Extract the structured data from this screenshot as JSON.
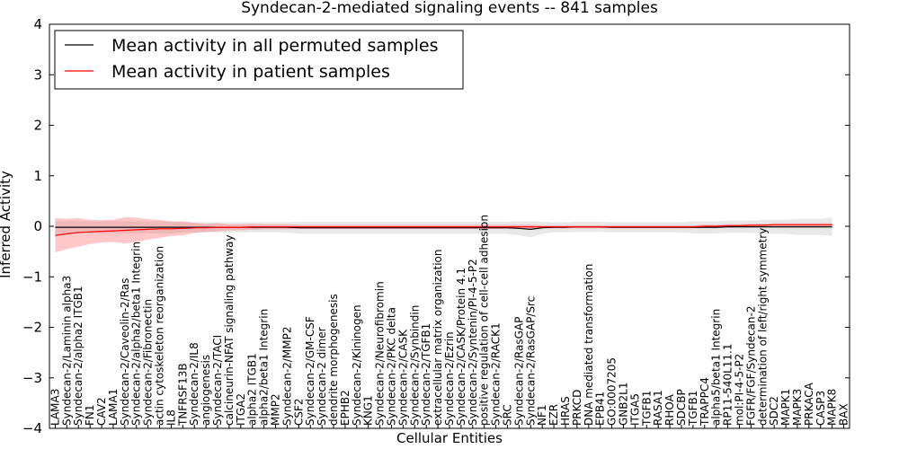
{
  "chart_data": {
    "type": "line",
    "title": "Syndecan-2-mediated signaling events -- 841 samples",
    "xlabel": "Cellular Entities",
    "ylabel": "Inferred Activity",
    "ylim": [
      -4,
      4
    ],
    "yticks": [
      "4",
      "3",
      "2",
      "1",
      "0",
      "−1",
      "−2",
      "−3",
      "−4"
    ],
    "grid": false,
    "legend_position": "top-left",
    "categories": [
      "LAMA3",
      "Syndecan-2/Laminin alpha3",
      "Syndecan-2/alpha2 ITGB1",
      "FN1",
      "CAV2",
      "LAMA1",
      "Syndecan-2/Caveolin-2/Ras",
      "Syndecan-2/alpha2/beta1 Integrin",
      "Syndecan-2/Fibronectin",
      "actin cytoskeleton reorganization",
      "IL8",
      "TNFRSF13B",
      "Syndecan-2/IL8",
      "angiogenesis",
      "Syndecan-2/TACI",
      "calcineurin-NFAT signaling pathway",
      "ITGA2",
      "alpha2 ITGB1",
      "alpha2/beta1 Integrin",
      "MMP2",
      "Syndecan-2/MMP2",
      "CSF2",
      "Syndecan-2/GM-CSF",
      "Syndecan-2 dimer",
      "dendrite morphogenesis",
      "EPHB2",
      "Syndecan-2/Kininogen",
      "KNG1",
      "Syndecan-2/Neurofibromin",
      "Syndecan-2/PKC delta",
      "Syndecan-2/CASK",
      "Syndecan-2/Synbindin",
      "Syndecan-2/TGFB1",
      "extracellular matrix organization",
      "Syndecan-2/Ezrin",
      "Syndecan-2/CASK/Protein 4.1",
      "Syndecan-2/Syntenin/PI-4-5-P2",
      "positive regulation of cell-cell adhesion",
      "Syndecan-2/RACK1",
      "SRC",
      "Syndecan-2/RasGAP",
      "Syndecan-2/RasGAP/Src",
      "NF1",
      "EZR",
      "HRAS",
      "PRKCD",
      "DNA mediated transformation",
      "EPB41",
      "GO:0007205",
      "GNB2L1",
      "ITGA5",
      "TGFB1",
      "RASA1",
      "RHOA",
      "SDCBP",
      "TGFB1",
      "TRAPPC4",
      "alpha5/beta1 Integrin",
      "RP11-540L11.1",
      "mol:PI-4-5-P2",
      "FGFR/FGF/Syndecan-2",
      "determination of left/right symmetry",
      "SDC2",
      "MAPK1",
      "MAPK3",
      "PRKACA",
      "CASP3",
      "MAPK8",
      "BAX"
    ],
    "series": [
      {
        "name": "Mean activity in all permuted samples",
        "color": "#000000",
        "values": [
          -0.02,
          -0.02,
          -0.02,
          -0.02,
          -0.02,
          -0.02,
          -0.02,
          -0.02,
          -0.02,
          -0.02,
          -0.02,
          -0.02,
          -0.02,
          -0.02,
          -0.02,
          -0.02,
          -0.02,
          -0.02,
          -0.02,
          -0.02,
          -0.02,
          -0.03,
          -0.03,
          -0.03,
          -0.03,
          -0.03,
          -0.03,
          -0.03,
          -0.03,
          -0.03,
          -0.03,
          -0.03,
          -0.03,
          -0.03,
          -0.03,
          -0.03,
          -0.03,
          -0.03,
          -0.03,
          -0.03,
          -0.04,
          -0.06,
          -0.03,
          -0.02,
          -0.02,
          -0.01,
          -0.01,
          -0.01,
          -0.02,
          -0.02,
          -0.02,
          -0.02,
          -0.02,
          -0.02,
          -0.02,
          -0.02,
          -0.02,
          -0.02,
          -0.01,
          -0.01,
          -0.01,
          -0.01,
          -0.01,
          -0.01,
          -0.01,
          -0.01,
          -0.01,
          -0.01
        ],
        "band": [
          0.12,
          0.12,
          0.12,
          0.12,
          0.12,
          0.12,
          0.12,
          0.12,
          0.12,
          0.12,
          0.12,
          0.1,
          0.1,
          0.1,
          0.1,
          0.1,
          0.1,
          0.1,
          0.1,
          0.1,
          0.1,
          0.12,
          0.12,
          0.12,
          0.12,
          0.12,
          0.12,
          0.12,
          0.12,
          0.12,
          0.12,
          0.12,
          0.12,
          0.12,
          0.12,
          0.12,
          0.12,
          0.12,
          0.12,
          0.12,
          0.14,
          0.16,
          0.12,
          0.1,
          0.1,
          0.1,
          0.1,
          0.1,
          0.1,
          0.1,
          0.1,
          0.1,
          0.1,
          0.1,
          0.1,
          0.12,
          0.12,
          0.12,
          0.12,
          0.12,
          0.12,
          0.14,
          0.14,
          0.14,
          0.16,
          0.16,
          0.16,
          0.18
        ]
      },
      {
        "name": "Mean activity in patient samples",
        "color": "#ff0000",
        "values": [
          -0.18,
          -0.15,
          -0.12,
          -0.11,
          -0.1,
          -0.09,
          -0.08,
          -0.07,
          -0.06,
          -0.05,
          -0.05,
          -0.04,
          -0.03,
          -0.03,
          -0.02,
          -0.02,
          -0.02,
          -0.01,
          -0.01,
          -0.01,
          -0.01,
          -0.01,
          -0.01,
          -0.01,
          -0.01,
          -0.01,
          -0.01,
          -0.01,
          -0.01,
          -0.01,
          -0.01,
          -0.01,
          -0.01,
          -0.01,
          -0.01,
          -0.01,
          -0.01,
          -0.01,
          -0.01,
          -0.01,
          -0.01,
          -0.01,
          -0.01,
          -0.01,
          -0.01,
          -0.01,
          -0.01,
          -0.01,
          -0.01,
          -0.01,
          -0.01,
          -0.01,
          -0.01,
          -0.01,
          -0.01,
          -0.01,
          0.0,
          0.0,
          0.01,
          0.01,
          0.02,
          0.02,
          0.03,
          0.03,
          0.03,
          0.03,
          0.03,
          0.03
        ],
        "band": [
          0.34,
          0.3,
          0.28,
          0.24,
          0.22,
          0.22,
          0.26,
          0.24,
          0.2,
          0.18,
          0.14,
          0.14,
          0.1,
          0.08,
          0.08,
          0.06,
          0.06,
          0.06,
          0.05,
          0.05,
          0.05,
          0.04,
          0.04,
          0.04,
          0.04,
          0.04,
          0.04,
          0.04,
          0.04,
          0.04,
          0.04,
          0.04,
          0.04,
          0.04,
          0.04,
          0.04,
          0.04,
          0.04,
          0.04,
          0.04,
          0.04,
          0.04,
          0.03,
          0.03,
          0.03,
          0.03,
          0.03,
          0.03,
          0.03,
          0.03,
          0.03,
          0.03,
          0.03,
          0.03,
          0.03,
          0.03,
          0.03,
          0.03,
          0.03,
          0.03,
          0.03,
          0.03,
          0.03,
          0.03,
          0.03,
          0.03,
          0.03,
          0.03
        ]
      }
    ]
  }
}
